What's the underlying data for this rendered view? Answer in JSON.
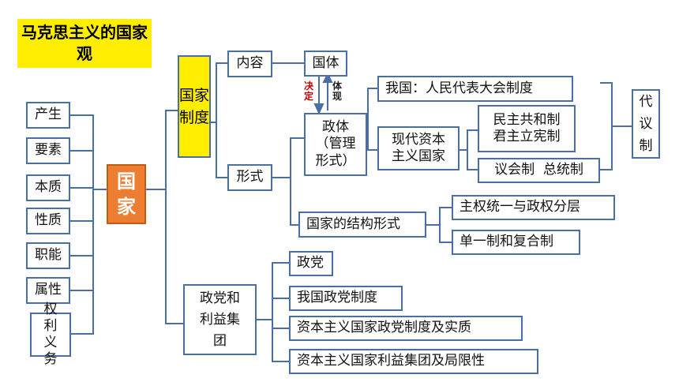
{
  "title": "马克思主义的国家观",
  "center": "国家",
  "left_items": [
    "产生",
    "要素",
    "本质",
    "性质",
    "职能",
    "属性",
    "权利义务"
  ],
  "nodes": {
    "guojia_zhidu": "国家制度",
    "neirong": "内容",
    "xingshi": "形式",
    "guoti": "国体",
    "jueding": "决定",
    "tixian": "体现",
    "zhengti": "政体（管理形式）",
    "woguo_renda": "我国：人民代表大会制度",
    "xiandai": "现代资本主义国家",
    "minzhu": "民主共和制",
    "junzhu": "君主立宪制",
    "yihui": "议会制  总统制",
    "daiyi": "代议制",
    "jiegou": "国家的结构形式",
    "zhuquan": "主权统一与政权分层",
    "danyi": "单一制和复合制",
    "zhengdang_jituan": "政党和利益集团",
    "zhengdang": "政党",
    "woguo_zhengdang": "我国政党制度",
    "ziben_zhengdang": "资本主义国家政党制度及实质",
    "ziben_liyi": "资本主义国家利益集团及局限性"
  },
  "colors": {
    "border": "#4a6fa5",
    "highlight": "#ffee00",
    "center": "#ed7d31",
    "decide": "#c00000"
  }
}
